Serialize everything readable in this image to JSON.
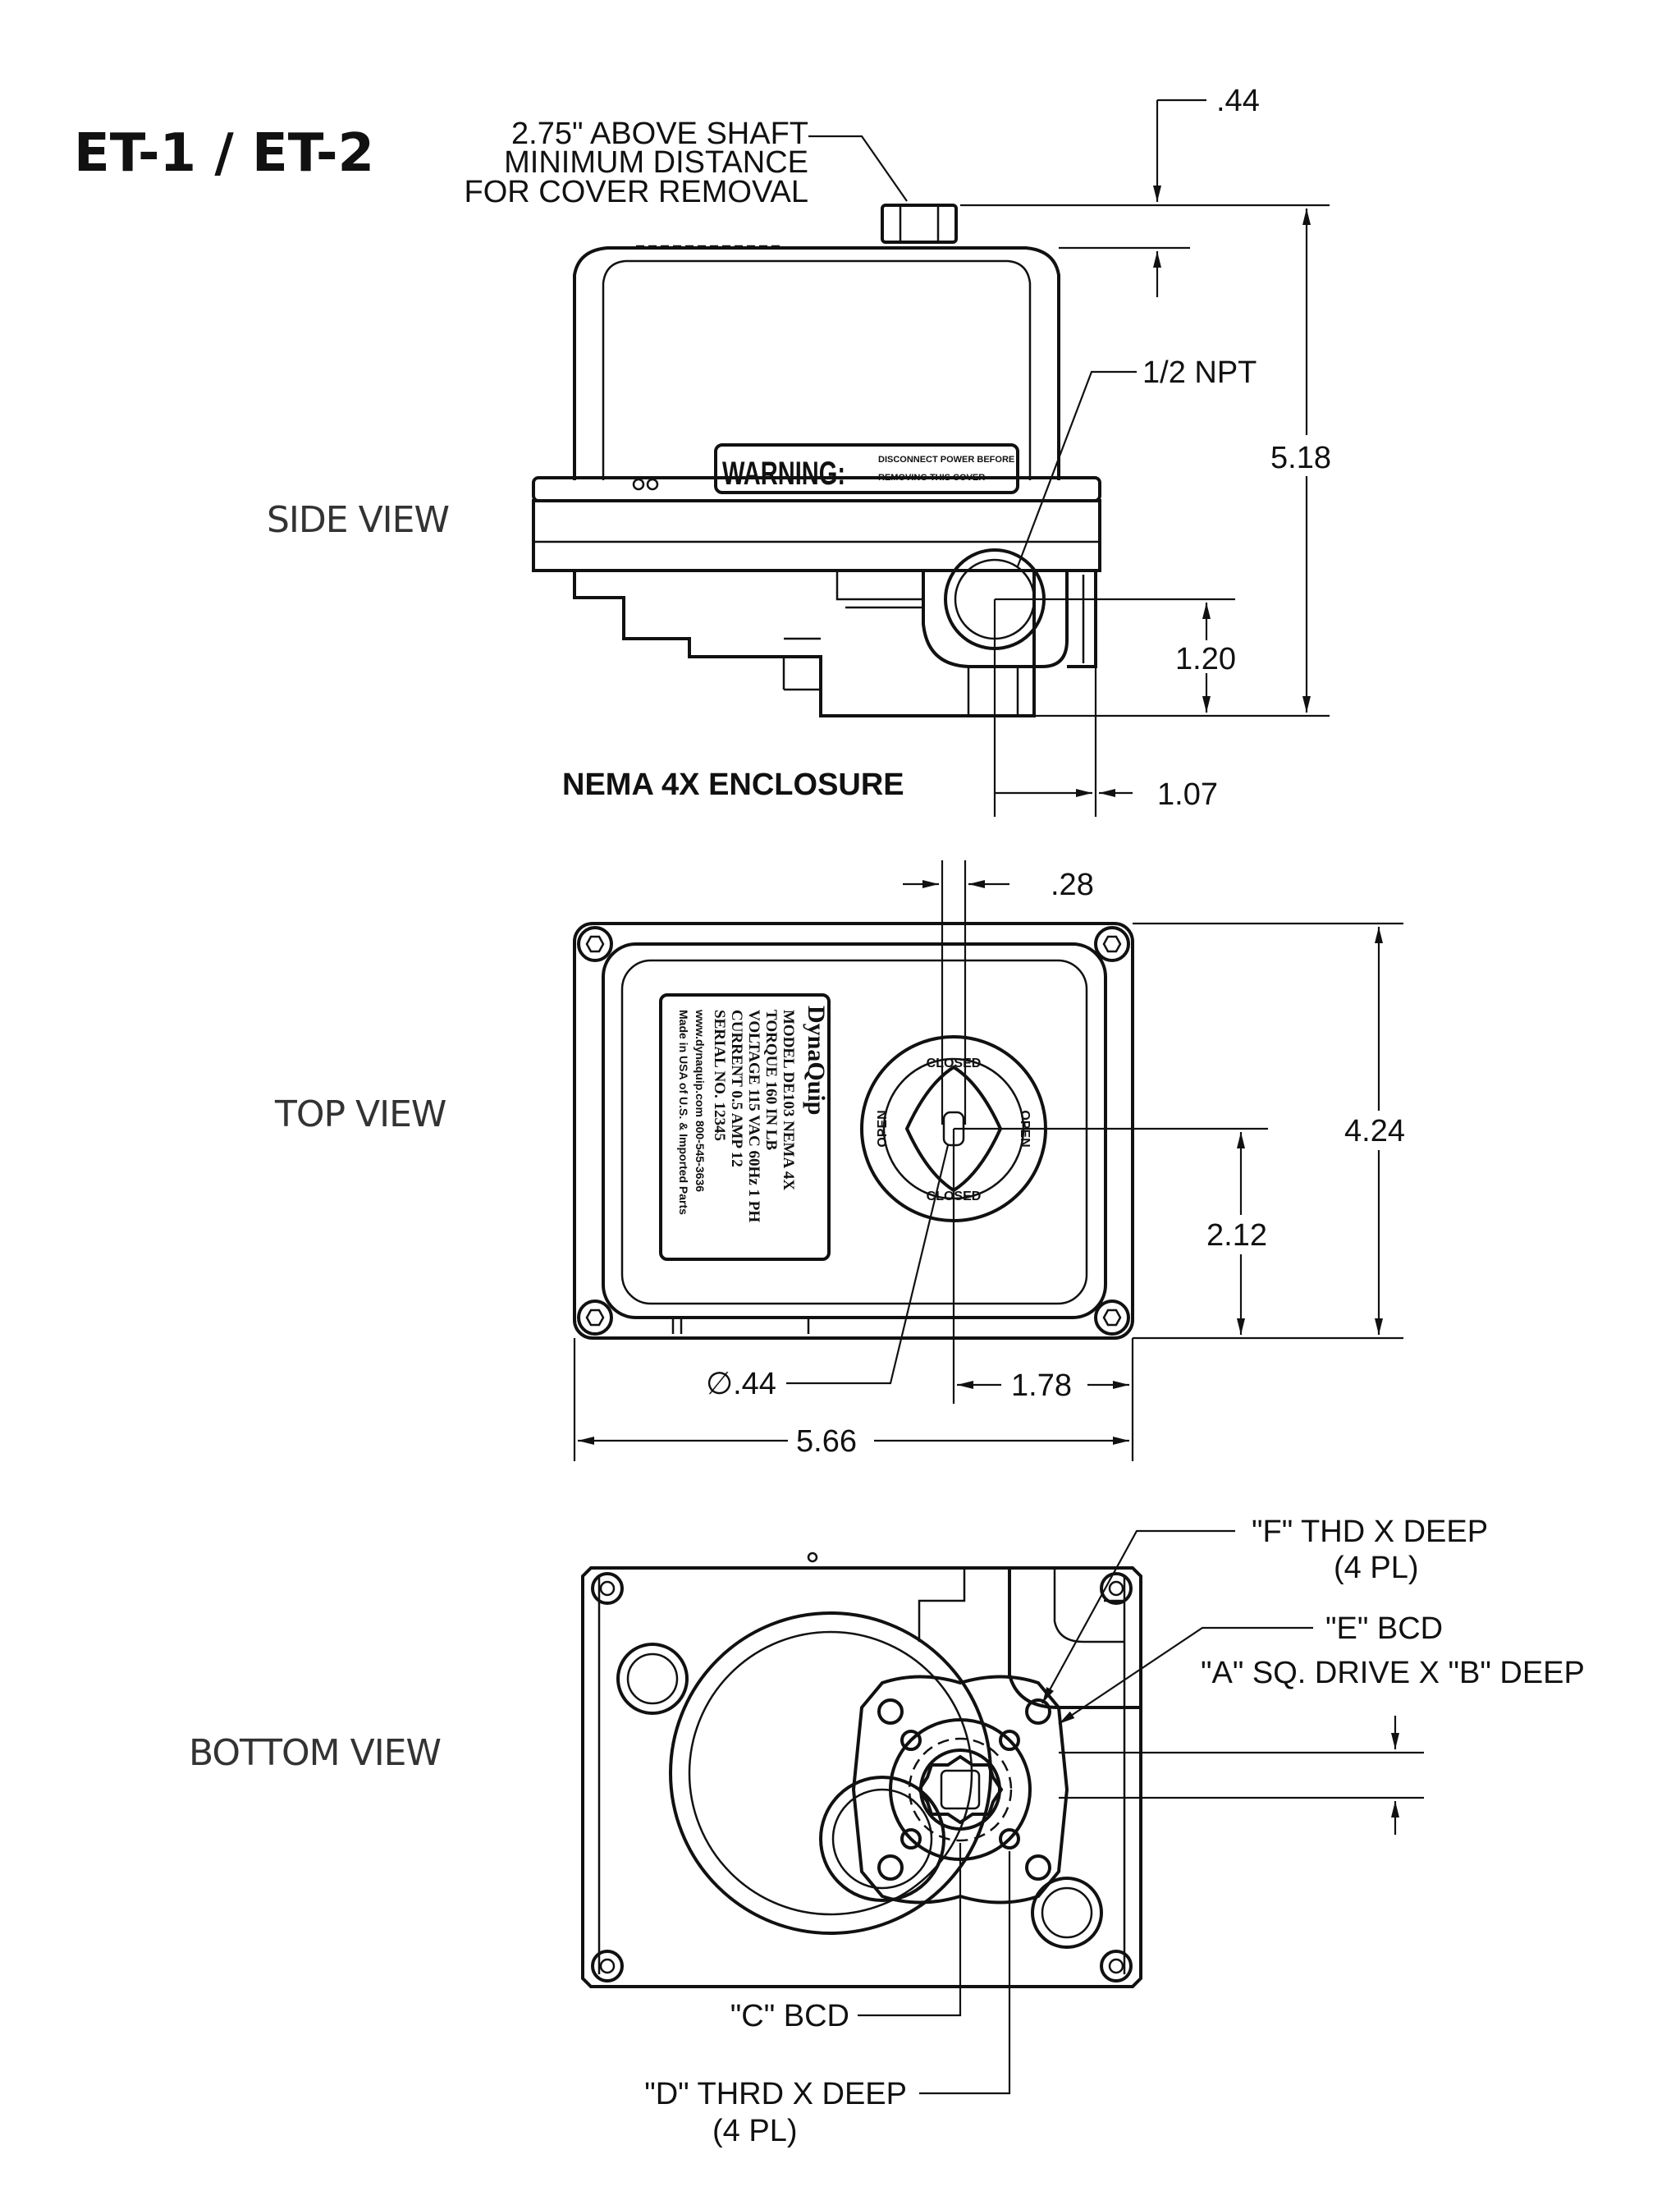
{
  "title": "ET-1 / ET-2",
  "views": {
    "side": "SIDE VIEW",
    "top": "TOP VIEW",
    "bottom": "BOTTOM VIEW"
  },
  "side_view": {
    "cover_note": [
      "2.75\" ABOVE SHAFT",
      "MINIMUM DISTANCE",
      "FOR COVER REMOVAL"
    ],
    "warning_label": "WARNING:",
    "warning_text": [
      "DISCONNECT POWER BEFORE",
      "REMOVING THIS COVER"
    ],
    "conduit": "1/2 NPT",
    "enclosure": "NEMA 4X ENCLOSURE",
    "dims": {
      "shaft_height": ".44",
      "overall_height": "5.18",
      "conduit_height": "1.20",
      "conduit_offset": "1.07"
    }
  },
  "top_view": {
    "nameplate": {
      "brand": "DynaQuip",
      "lines": [
        "MODEL  DE103   NEMA 4X",
        "TORQUE   160 IN LB",
        "VOLTAGE  115 VAC  60Hz 1 PH",
        "CURRENT  0.5 AMP   12",
        "SERIAL NO.  12345",
        "www.dynaquip.com   800-545-3636",
        "Made in USA of U.S. & Imported Parts"
      ]
    },
    "dial": {
      "top": "CLOSED",
      "bottom": "CLOSED",
      "left": "OPEN",
      "right": "OPEN"
    },
    "dims": {
      "shaft_flat": ".28",
      "depth": "4.24",
      "half_depth": "2.12",
      "shaft_dia": "∅.44",
      "shaft_offset": "1.78",
      "width": "5.66"
    }
  },
  "bottom_view": {
    "callouts": {
      "f": [
        "\"F\" THD X DEEP",
        "(4 PL)"
      ],
      "e": "\"E\"  BCD",
      "a": "\"A\" SQ. DRIVE X \"B\" DEEP",
      "c": "\"C\"  BCD",
      "d": [
        "\"D\" THRD X DEEP",
        "(4 PL)"
      ]
    }
  }
}
